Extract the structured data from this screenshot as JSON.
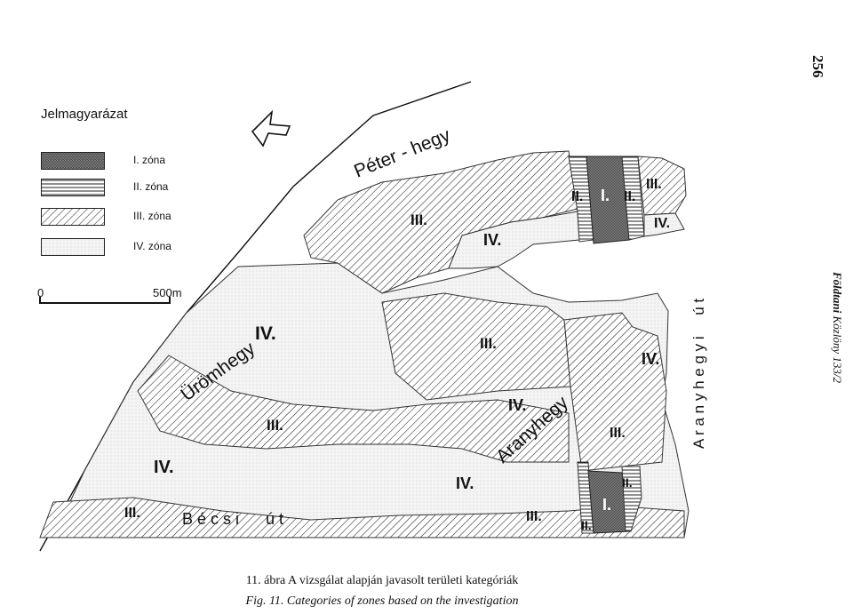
{
  "page_number": "256",
  "journal": {
    "name": "Földtani",
    "rest": "Közlöny 133/2"
  },
  "legend": {
    "title": "Jelmagyarázat",
    "items": [
      {
        "label": "I. zóna",
        "pattern": "crosshatch-dark"
      },
      {
        "label": "II. zóna",
        "pattern": "horizontal-lines"
      },
      {
        "label": "III. zóna",
        "pattern": "diagonal-lines"
      },
      {
        "label": "IV. zóna",
        "pattern": "light-stipple"
      }
    ]
  },
  "scale": {
    "start": "0",
    "end": "500m"
  },
  "north_arrow": "north-arrow-icon",
  "places": {
    "peter_hegy": "Péter - hegy",
    "uromhegy": "Ürömhegy",
    "aranyhegy": "Aranyhegy",
    "becsi_ut": "B é c s i      ú t",
    "aranyhegyi_ut": "A r a n y h e g y i     ú t"
  },
  "zone_labels": {
    "iv_center_left": "IV.",
    "iii_top": "III.",
    "iv_top_bay": "IV.",
    "ii_top_left": "II.",
    "i_top": "I.",
    "ii_top_right": "II.",
    "iii_top_right": "III.",
    "iv_top_right": "IV.",
    "iii_center": "III.",
    "iv_right": "IV.",
    "iv_middle": "IV.",
    "iii_left_band": "III.",
    "iii_right": "III.",
    "iv_bottom_left": "IV.",
    "iv_bottom_center": "IV.",
    "iii_bottom_left": "III.",
    "iii_bottom_center": "III.",
    "ii_bottom_left": "II.",
    "i_bottom": "I.",
    "ii_bottom_right": "II."
  },
  "caption": {
    "hu": "11. ábra  A vizsgálat alapján javasolt területi kategóriák",
    "en": "Fig. 11.  Categories of zones based on the investigation"
  },
  "colors": {
    "ink": "#111111",
    "zone_iv_fill": "#f3f3f3",
    "zone_i_fill": "#555555"
  }
}
